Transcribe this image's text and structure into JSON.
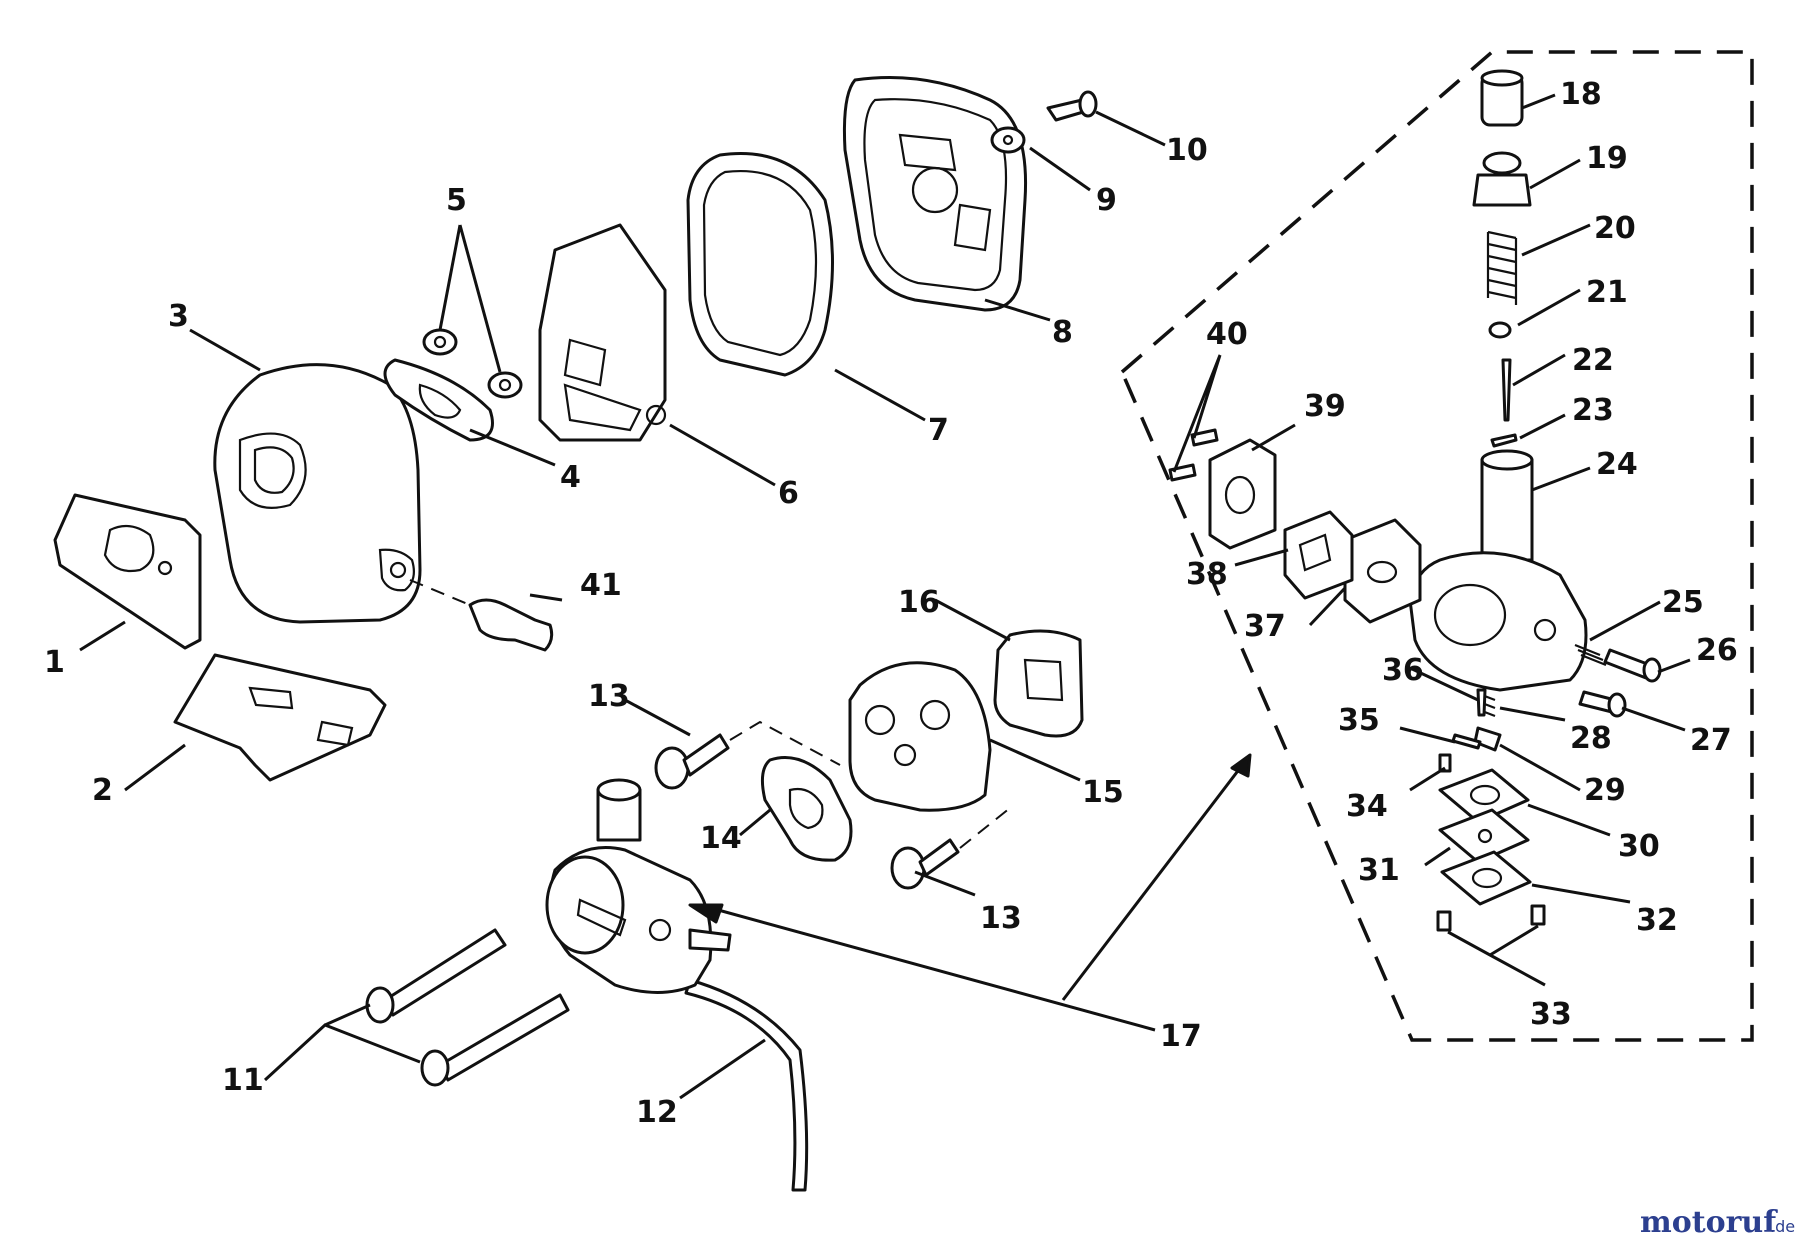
{
  "callouts": {
    "c1": "1",
    "c2": "2",
    "c3": "3",
    "c4": "4",
    "c5": "5",
    "c6": "6",
    "c7": "7",
    "c8": "8",
    "c9": "9",
    "c10": "10",
    "c11": "11",
    "c12": "12",
    "c13a": "13",
    "c13b": "13",
    "c14": "14",
    "c15": "15",
    "c16": "16",
    "c17": "17",
    "c18": "18",
    "c19": "19",
    "c20": "20",
    "c21": "21",
    "c22": "22",
    "c23": "23",
    "c24": "24",
    "c25": "25",
    "c26": "26",
    "c27": "27",
    "c28": "28",
    "c29": "29",
    "c30": "30",
    "c31": "31",
    "c32": "32",
    "c33": "33",
    "c34": "34",
    "c35": "35",
    "c36": "36",
    "c37": "37",
    "c38": "38",
    "c39": "39",
    "c40": "40",
    "c41": "41"
  },
  "watermark": {
    "brand": "motoruf",
    "tld": ".de",
    "color": "#2c3f8f"
  }
}
